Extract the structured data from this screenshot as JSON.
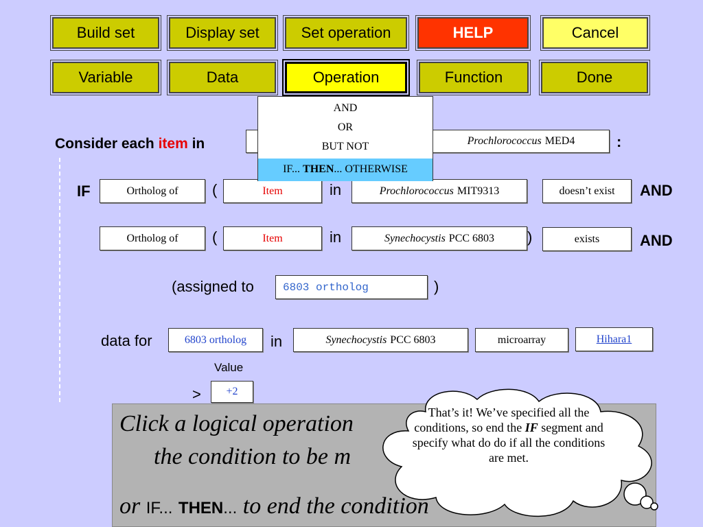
{
  "toolbar_row1": {
    "build_set": "Build set",
    "display_set": "Display set",
    "set_operation": "Set operation",
    "help": "HELP",
    "cancel": "Cancel"
  },
  "toolbar_row2": {
    "variable": "Variable",
    "data": "Data",
    "operation": "Operation",
    "function": "Function",
    "done": "Done"
  },
  "dropdown": {
    "items": [
      "AND",
      "OR",
      "BUT NOT"
    ],
    "if_prefix": "IF...",
    "then": "THEN",
    "otherwise_suffix": "... OTHERWISE"
  },
  "consider": {
    "prefix": "Consider each",
    "item_word": "item",
    "in_word": "in",
    "organism_italic": "Prochlorococcus",
    "organism_strain": "MED4",
    "colon": ":"
  },
  "condition1": {
    "if_label": "IF",
    "func": "Ortholog of",
    "paren_open": "(",
    "arg": "Item",
    "in_word": "in",
    "organism_italic": "Prochlorococcus",
    "organism_strain": "MIT9313",
    "status": "doesn’t exist",
    "conj": "AND"
  },
  "condition2": {
    "func": "Ortholog of",
    "paren_open": "(",
    "arg": "Item",
    "in_word": "in",
    "organism_italic": "Synechocystis",
    "organism_strain": "PCC 6803",
    "paren_close": ")",
    "status": "exists",
    "conj": "AND"
  },
  "assigned": {
    "prefix": "(assigned to",
    "variable": "6803 ortholog",
    "suffix": ")"
  },
  "datafor": {
    "prefix": "data for",
    "variable": "6803 ortholog",
    "in_word": "in",
    "organism_italic": "Synechocystis",
    "organism_strain": "PCC 6803",
    "datatype": "microarray",
    "dataset_link": "Hihara1",
    "value_label": "Value",
    "comparator": ">",
    "threshold": "+2"
  },
  "panel": {
    "line1": "Click a logical operation",
    "line2": "the condition to be m",
    "line3_or": "or",
    "line3_if": "IF...",
    "line3_then": "THEN",
    "line3_ellipsis": "...",
    "line3_rest": "to end the condition"
  },
  "callout": {
    "text_before": "That’s it! We’ve specified all the conditions, so end the",
    "text_em": "IF",
    "text_after": "segment and specify what do do if all the conditions are met."
  }
}
